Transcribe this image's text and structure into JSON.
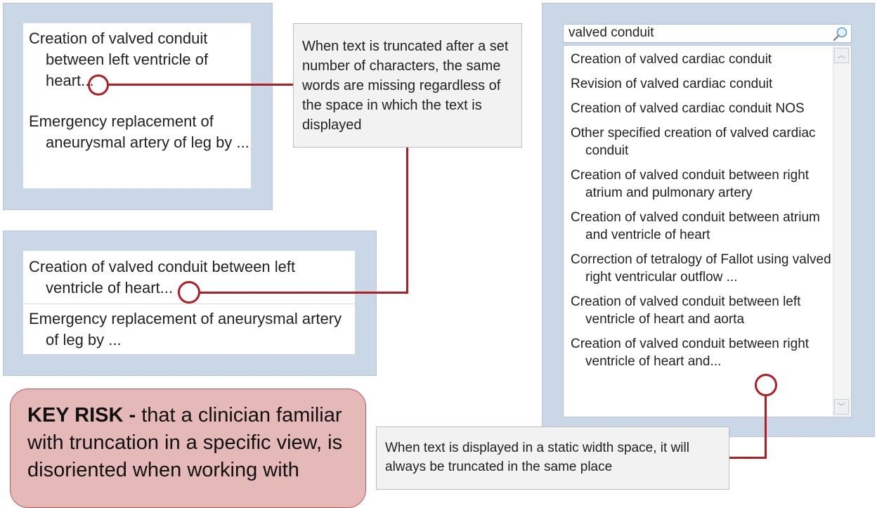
{
  "panel_narrow": {
    "items": [
      "Creation of valved conduit between left ventricle of heart...",
      "Emergency replacement of aneurysmal artery of leg by ..."
    ]
  },
  "panel_wide": {
    "items": [
      "Creation of valved conduit between left ventricle of heart...",
      "Emergency replacement of aneurysmal artery of leg by ..."
    ]
  },
  "callout_top": "When text is truncated after a set number of characters, the same words are missing regardless of the space in which the text is displayed",
  "callout_bottom": "When text is displayed in a static width space, it will always be truncated in the same place",
  "key_risk": {
    "label": "KEY RISK -",
    "text": " that a clinician familiar with truncation in a specific view, is disoriented when working with"
  },
  "search": {
    "value": "valved conduit",
    "results": [
      "Creation of valved cardiac conduit",
      "Revision of valved cardiac conduit",
      "Creation of valved cardiac conduit NOS",
      "Other specified creation of valved cardiac conduit",
      "Creation of valved conduit between right atrium and pulmonary artery",
      "Creation of valved conduit between atrium and ventricle of heart",
      "Correction of tetralogy of Fallot using valved right ventricular outflow ...",
      "Creation of valved conduit between left ventricle of heart and aorta",
      "Creation of valved conduit between right ventricle of heart and..."
    ]
  },
  "colors": {
    "accent_red": "#b01e23",
    "panel_blue": "#cad7e7",
    "risk_fill": "#e6b9b9"
  }
}
